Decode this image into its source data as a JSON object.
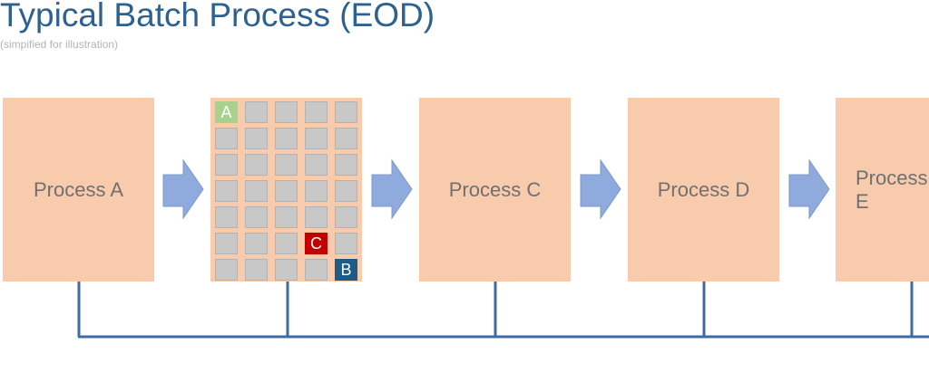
{
  "header": {
    "title": "Typical Batch Process (EOD)",
    "subtitle": "(simpified for illustration)"
  },
  "processes": [
    {
      "label": "Process A"
    },
    {
      "label": "Process C"
    },
    {
      "label": "Process D"
    },
    {
      "label": "Process E"
    }
  ],
  "grid": {
    "rows": 7,
    "cols": 5,
    "highlighted": [
      {
        "label": "A",
        "row": 0,
        "col": 0,
        "color": "#a9d18e"
      },
      {
        "label": "C",
        "row": 5,
        "col": 3,
        "color": "#c00000"
      },
      {
        "label": "B",
        "row": 6,
        "col": 4,
        "color": "#1f5c85"
      }
    ]
  },
  "colors": {
    "process": "#f8cbad",
    "arrow": "#8faadc",
    "connector": "#3e6ba5",
    "title": "#2e6190"
  }
}
